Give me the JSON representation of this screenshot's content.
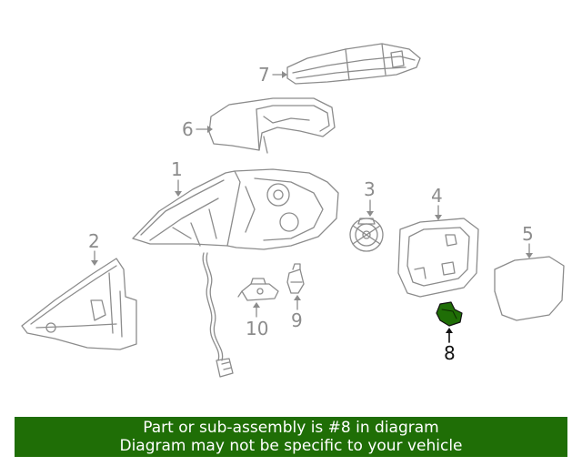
{
  "callouts": {
    "c1": "1",
    "c2": "2",
    "c3": "3",
    "c4": "4",
    "c5": "5",
    "c6": "6",
    "c7": "7",
    "c8": "8",
    "c9": "9",
    "c10": "10"
  },
  "highlighted_part": "8",
  "colors": {
    "line_art": "#8c8c8c",
    "highlight_fill": "#1f6e06",
    "banner_bg": "#1f6e06",
    "banner_text": "#ffffff"
  },
  "banner": {
    "line1": "Part or sub-assembly is #8 in diagram",
    "line2": "Diagram may not be specific to your vehicle"
  }
}
